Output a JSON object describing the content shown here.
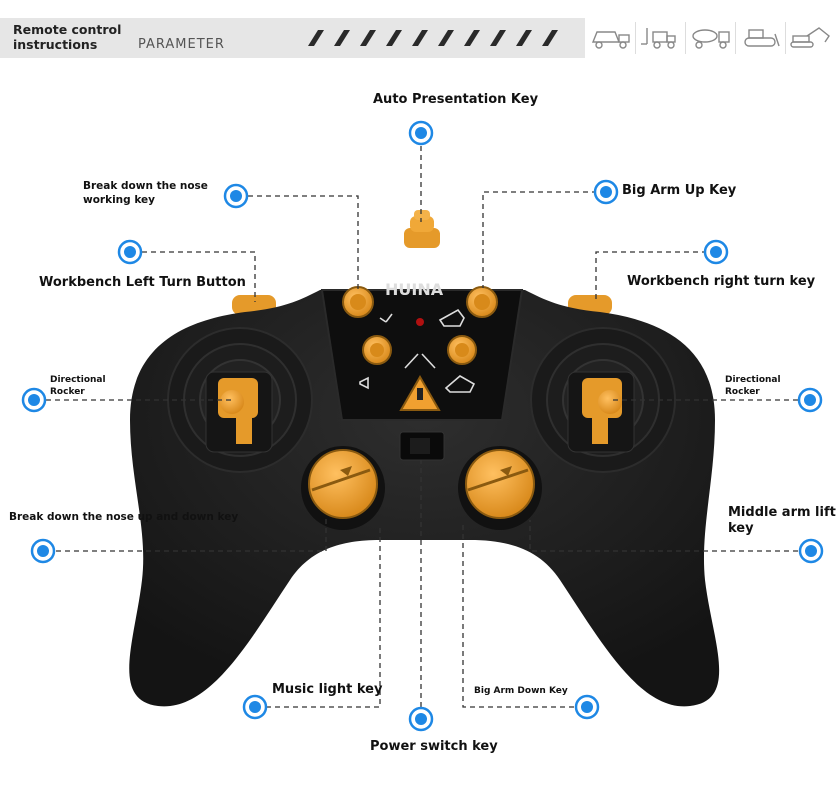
{
  "header": {
    "title_line1": "Remote control",
    "title_line2": "instructions",
    "section": "PARAMETER"
  },
  "vehicle_icons": [
    "dump-truck-icon",
    "forklift-icon",
    "mixer-truck-icon",
    "bulldozer-icon",
    "excavator-icon"
  ],
  "controller": {
    "brand": "HUINA"
  },
  "labels": {
    "auto_presentation": "Auto Presentation Key",
    "nose_working_1": "Break down the nose",
    "nose_working_2": "working key",
    "big_arm_up": "Big Arm Up Key",
    "workbench_left": "Workbench Left Turn Button",
    "workbench_right": "Workbench right turn key",
    "dir_left_1": "Directional",
    "dir_left_2": "Rocker",
    "dir_right_1": "Directional",
    "dir_right_2": "Rocker",
    "nose_up": "Break down the nose up and down key",
    "middle_arm_1": "Middle arm lift",
    "middle_arm_2": "key",
    "music_light": "Music light key",
    "big_arm_down": "Big Arm Down Key",
    "power_switch": "Power switch key"
  },
  "colors": {
    "accent": "#1e88e5",
    "orange": "#f0a030",
    "body": "#1f1f1f"
  }
}
